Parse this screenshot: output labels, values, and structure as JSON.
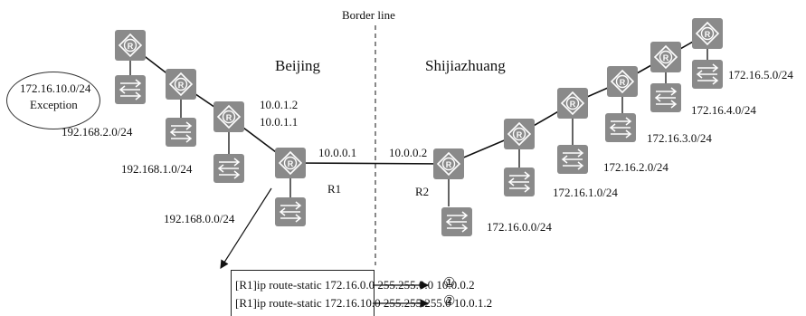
{
  "diagram": {
    "border_line_label": "Border line",
    "regions": {
      "left": "Beijing",
      "right": "Shijiazhuang"
    },
    "exception_bubble": {
      "network": "172.16.10.0/24",
      "note": "Exception"
    },
    "routers": [
      "R1",
      "R2"
    ],
    "interfaces": {
      "r1_wan": "10.0.0.1",
      "r2_wan": "10.0.0.2",
      "beijing_upper_a": "10.0.1.2",
      "beijing_upper_b": "10.0.1.1"
    },
    "beijing_networks": [
      "192.168.2.0/24",
      "192.168.1.0/24",
      "192.168.0.0/24"
    ],
    "shijiazhuang_networks": [
      "172.16.0.0/24",
      "172.16.1.0/24",
      "172.16.2.0/24",
      "172.16.3.0/24",
      "172.16.4.0/24",
      "172.16.5.0/24"
    ],
    "commands": [
      {
        "text": "[R1]ip route-static 172.16.0.0 255.255.0.0 10.0.0.2",
        "marker": "①"
      },
      {
        "text": "[R1]ip route-static 172.16.10.0 255.255.255.0 10.0.1.2",
        "marker": "②"
      }
    ],
    "colors": {
      "device_fill": "#8a8a8a",
      "line": "#111111"
    }
  }
}
